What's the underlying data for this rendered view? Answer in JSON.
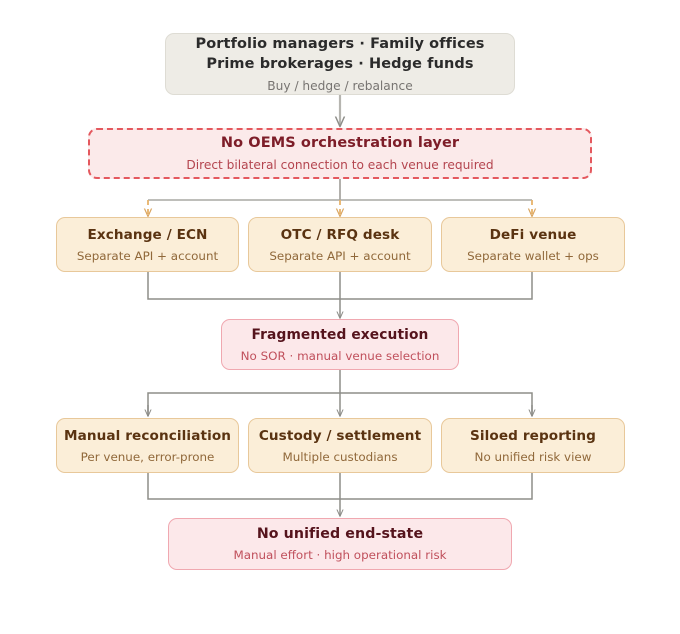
{
  "diagram": {
    "type": "flowchart",
    "orientation": "top-down",
    "background": "#ffffff",
    "palette": {
      "neutral_fill": "#eeece6",
      "neutral_border": "#dedcd4",
      "gap_fill": "#fbeaea",
      "gap_border": "#e4585e",
      "venue_fill": "#fbeed8",
      "venue_border": "#e8c89a",
      "pain_fill": "#fce8ea",
      "pain_border": "#f0a8b0",
      "edge_solid": "#8d8d88",
      "edge_dashed": "#e8b36a"
    },
    "nodes": {
      "actors": {
        "title_line_1": "Portfolio managers · Family offices",
        "title_line_2": "Prime brokerages · Hedge funds",
        "subtitle": "Buy / hedge / rebalance"
      },
      "gap": {
        "title": "No OEMS orchestration layer",
        "subtitle": "Direct bilateral connection to each venue required"
      },
      "venues": [
        {
          "title": "Exchange / ECN",
          "subtitle": "Separate API + account"
        },
        {
          "title": "OTC / RFQ desk",
          "subtitle": "Separate API + account"
        },
        {
          "title": "DeFi venue",
          "subtitle": "Separate wallet + ops"
        }
      ],
      "execution": {
        "title": "Fragmented execution",
        "subtitle": "No SOR · manual venue selection"
      },
      "operations": [
        {
          "title": "Manual reconciliation",
          "subtitle": "Per venue, error-prone"
        },
        {
          "title": "Custody / settlement",
          "subtitle": "Multiple custodians"
        },
        {
          "title": "Siloed reporting",
          "subtitle": "No unified risk view"
        }
      ],
      "outcome": {
        "title": "No unified end-state",
        "subtitle": "Manual effort · high operational risk"
      }
    }
  }
}
